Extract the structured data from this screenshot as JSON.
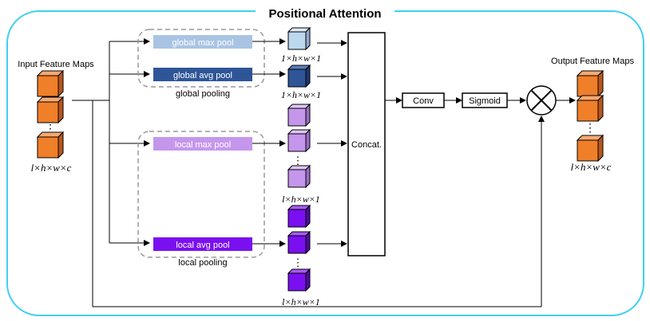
{
  "title": "Positional Attention",
  "input": {
    "label": "Input Feature Maps",
    "dims": "l×h×w×c"
  },
  "output": {
    "label": "Output Feature Maps",
    "dims": "l×h×w×c"
  },
  "global_pooling": {
    "label": "global pooling",
    "max_pool": "global max pool",
    "avg_pool": "global avg pool",
    "dims_max": "1×h×w×1",
    "dims_avg": "1×h×w×1"
  },
  "local_pooling": {
    "label": "local pooling",
    "max_pool": "local max pool",
    "avg_pool": "local avg pool",
    "dims_max": "l×h×w×1",
    "dims_avg": "l×h×w×1"
  },
  "concat": "Concat.",
  "conv": "Conv",
  "sigmoid": "Sigmoid",
  "ellipsis": "⋮",
  "colors": {
    "border": "#3FD0F2",
    "orange": "#F07F2A",
    "global_max": "#A9C4E3",
    "global_avg": "#2E5597",
    "local_max": "#C597EC",
    "local_avg": "#7A10F0",
    "cube_light_blue": "#BDD7EE",
    "cube_dark_blue": "#2F5597"
  }
}
